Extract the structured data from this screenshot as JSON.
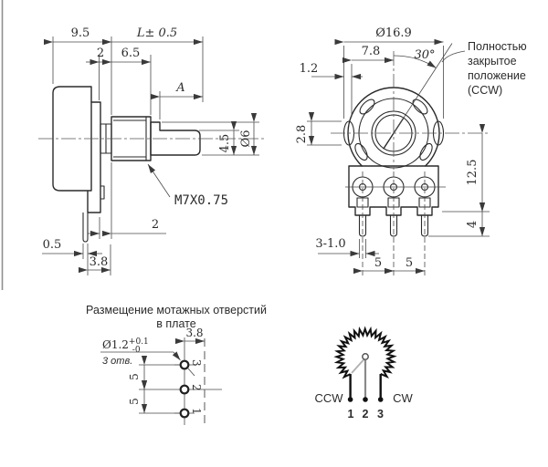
{
  "side_view": {
    "dims": {
      "width_back": "9.5",
      "shaft_length": "L± 0.5",
      "step_small_top": "2",
      "bushing_length": "6.5",
      "flat_length": "A",
      "flat_height": "4.5",
      "shaft_dia": "Ø6",
      "thread": "M7X0.75",
      "step_small_bottom": "2",
      "pin_thickness": "0.5",
      "pin_offset": "3.8"
    }
  },
  "front_view": {
    "dims": {
      "body_dia": "Ø16.9",
      "center_offset": "7.8",
      "slot_angle": "30°",
      "ear_width": "1.2",
      "ear_height": "2.8",
      "body_height": "12.5",
      "pin_length": "4",
      "pin_width": "3-1.0",
      "pin_pitch_left": "5",
      "pin_pitch_right": "5"
    },
    "note": {
      "line1": "Полностью",
      "line2": "закрытое",
      "line3": "положение",
      "line4": "(CCW)"
    }
  },
  "pcb_view": {
    "title_line1": "Размещение мотажных отверстий",
    "title_line2": "в плате",
    "dims": {
      "edge_offset": "3.8",
      "hole_dia": "Ø1.2",
      "tol_plus": "+0.1",
      "tol_minus": "-0",
      "holes_note": "3 отв.",
      "pitch_top": "5",
      "pitch_bottom": "5"
    },
    "hole_labels": {
      "h3": "3",
      "h2": "2",
      "h1": "1"
    }
  },
  "schematic": {
    "ccw_label": "CCW",
    "cw_label": "CW",
    "pins": {
      "p1": "1",
      "p2": "2",
      "p3": "3"
    }
  },
  "colors": {
    "line": "#2a2a2a",
    "thin_line": "#4a4a4a",
    "wiper_gray": "#9a9a9a",
    "background": "#ffffff"
  }
}
